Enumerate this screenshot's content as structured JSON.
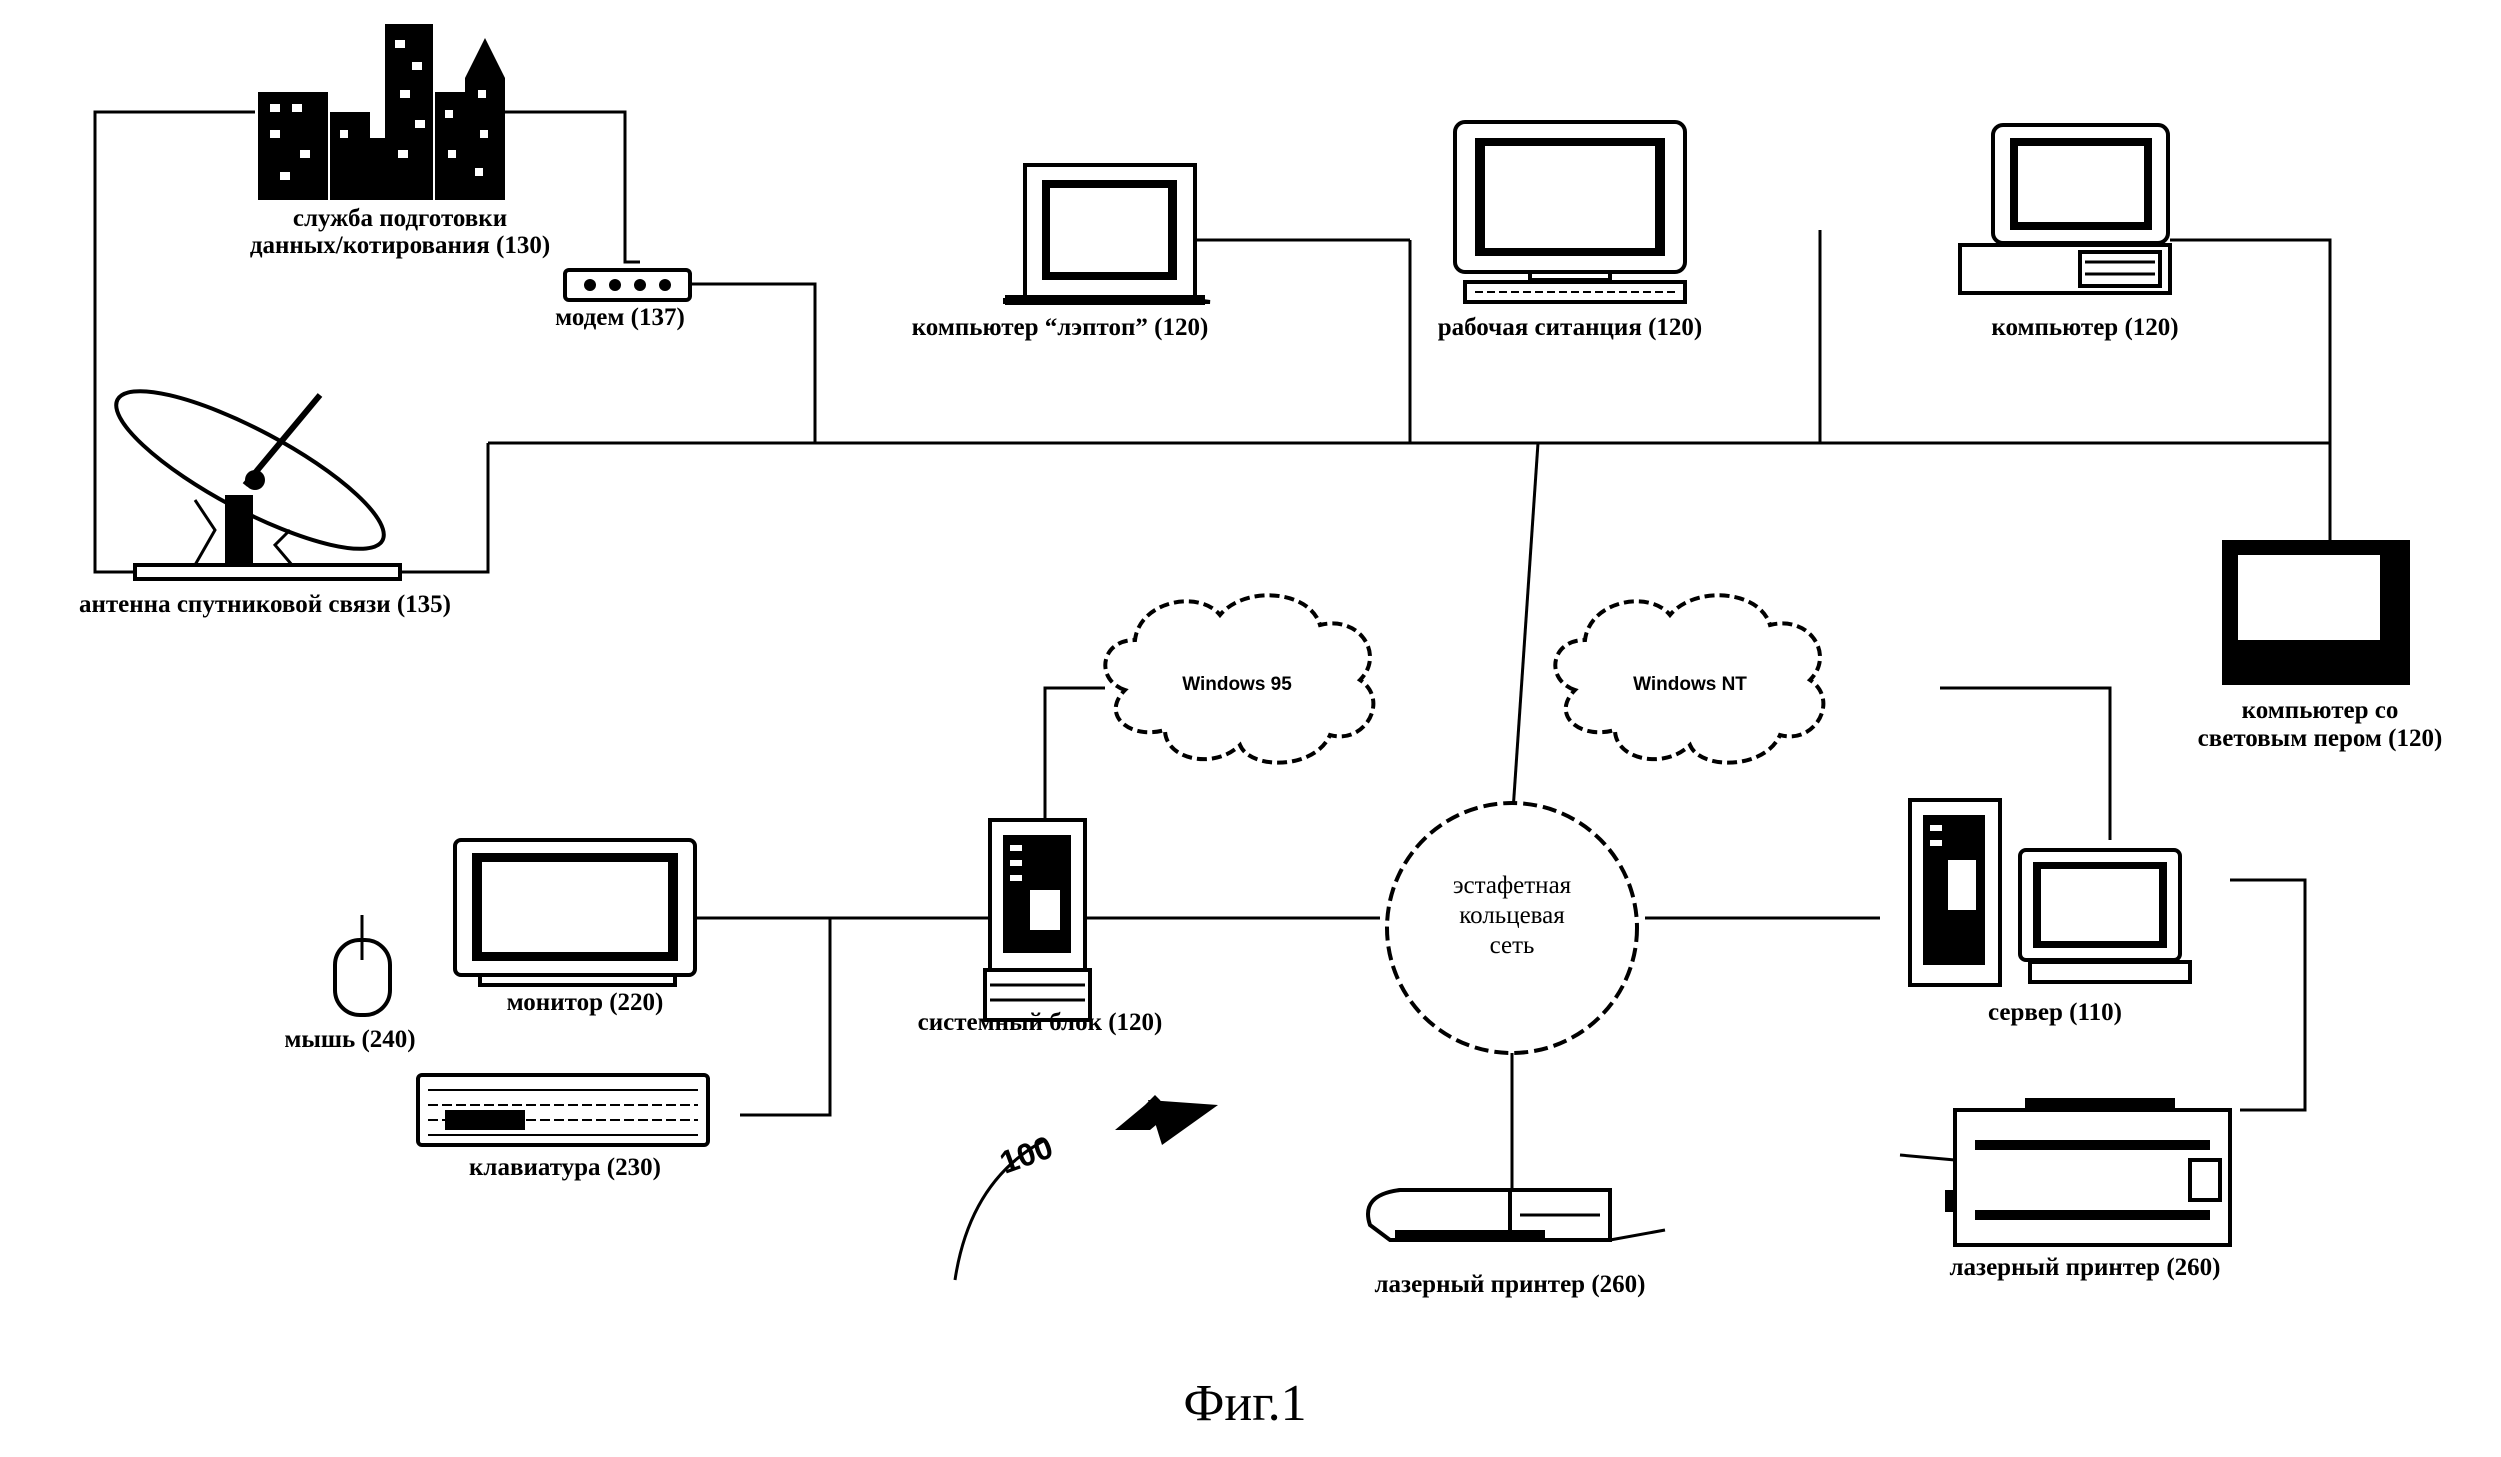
{
  "figure": {
    "caption": "Фиг.1",
    "reference_number": "100"
  },
  "clouds": {
    "win95": "Windows 95",
    "winnt": "Windows NT"
  },
  "ring": {
    "line1": "эстафетная",
    "line2": "кольцевая",
    "line3": "сеть"
  },
  "labels": {
    "quote_service_1": "служба подготовки",
    "quote_service_2": "данных/котирования (130)",
    "modem": "модем (137)",
    "laptop": "компьютер “лэптоп”  (120)",
    "workstation": "рабочая ситанция (120)",
    "computer": "компьютер (120)",
    "satellite": "антенна спутниковой связи (135)",
    "pen_computer_1": "компьютер со",
    "pen_computer_2": "световым пером (120)",
    "monitor": "монитор (220)",
    "mouse": "мышь (240)",
    "keyboard": "клавиатура (230)",
    "system_unit": "системный блок (120)",
    "server": "сервер (110)",
    "printer_center": "лазерный принтер (260)",
    "printer_right": "лазерный принтер (260)"
  },
  "icons": [
    "city-buildings-icon",
    "modem-icon",
    "laptop-icon",
    "workstation-icon",
    "desktop-computer-icon",
    "satellite-dish-icon",
    "pen-computer-icon",
    "cloud-icon",
    "tower-computer-icon",
    "monitor-icon",
    "mouse-icon",
    "keyboard-icon",
    "server-icon",
    "laser-printer-icon",
    "arrow-icon"
  ]
}
